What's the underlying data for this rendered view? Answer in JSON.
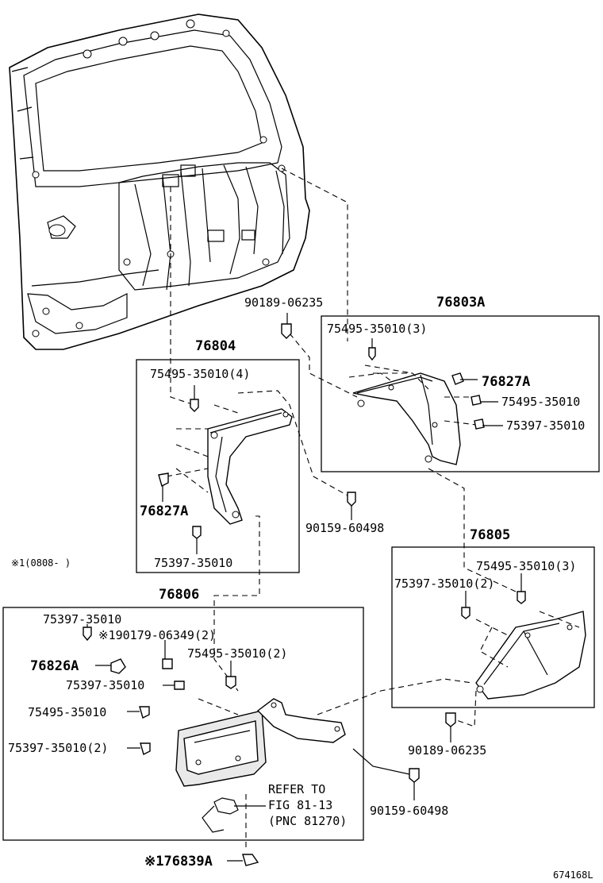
{
  "diagram": {
    "groups": [
      {
        "id": "g76803A",
        "title": "76803A",
        "items": [
          "75495-35010(3)",
          "76827A",
          "75495-35010",
          "75397-35010"
        ]
      },
      {
        "id": "g76804",
        "title": "76804",
        "items": [
          "75495-35010(4)",
          "76827A",
          "75397-35010"
        ]
      },
      {
        "id": "g76805",
        "title": "76805",
        "items": [
          "75495-35010(3)",
          "75397-35010(2)"
        ]
      },
      {
        "id": "g76806",
        "title": "76806",
        "items": [
          "75397-35010",
          "※190179-06349(2)",
          "76826A",
          "75397-35010",
          "75495-35010(2)",
          "75495-35010",
          "75397-35010(2)"
        ]
      }
    ],
    "loose_parts": [
      "90189-06235",
      "90159-60498",
      "90159-60498",
      "90189-06235",
      "※176839A"
    ],
    "note_date": "※1(0808-     )",
    "refer": [
      "REFER TO",
      "FIG 81-13",
      "(PNC 81270)"
    ],
    "figure_id": "674168L"
  },
  "labels": {
    "l_90189_top": "90189-06235",
    "l_76803A": "76803A",
    "l_75495_3_a": "75495-35010(3)",
    "l_76827A_a": "76827A",
    "l_75495_a": "75495-35010",
    "l_75397_a": "75397-35010",
    "l_76804": "76804",
    "l_75495_4": "75495-35010(4)",
    "l_76827A_b": "76827A",
    "l_75397_b": "75397-35010",
    "l_90159_a": "90159-60498",
    "l_76805": "76805",
    "l_75495_3_b": "75495-35010(3)",
    "l_75397_2_a": "75397-35010(2)",
    "l_note": "※1(0808-     )",
    "l_76806": "76806",
    "l_75397_c": "75397-35010",
    "l_90179": "※190179-06349(2)",
    "l_76826A": "76826A",
    "l_75495_2": "75495-35010(2)",
    "l_75397_d": "75397-35010",
    "l_75495_c": "75495-35010",
    "l_75397_2_b": "75397-35010(2)",
    "l_90189_bot": "90189-06235",
    "l_90159_b": "90159-60498",
    "l_refer1": "REFER TO",
    "l_refer2": "FIG 81-13",
    "l_refer3": "(PNC 81270)",
    "l_76839A": "※176839A",
    "l_figid": "674168L"
  }
}
